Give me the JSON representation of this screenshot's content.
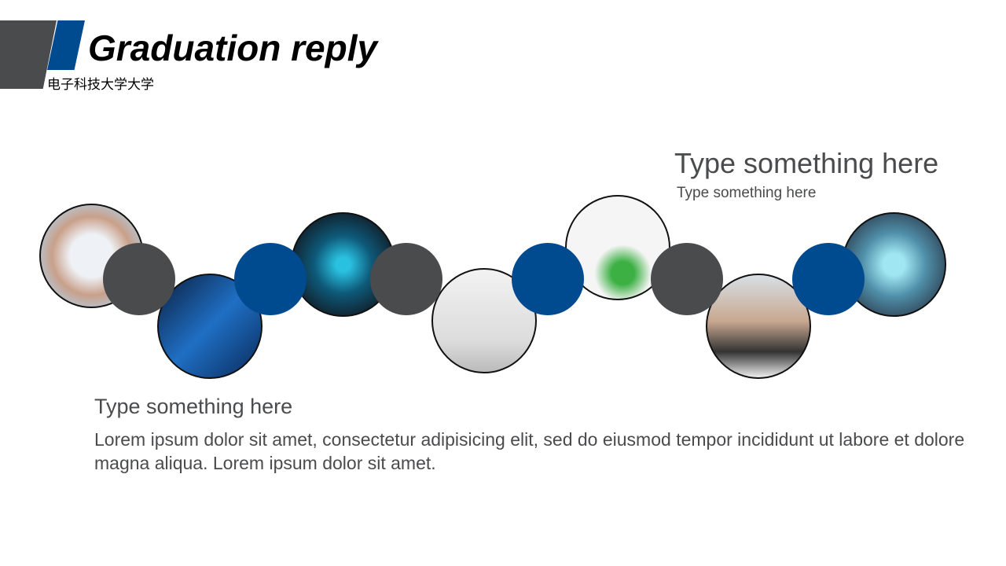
{
  "header": {
    "title": "Graduation reply",
    "subtitle": "电子科技大学大学"
  },
  "colors": {
    "accent_blue": "#004a8f",
    "accent_gray": "#4a4b4d"
  },
  "right_block": {
    "heading": "Type something here",
    "text": "Type something here"
  },
  "left_block": {
    "heading": "Type something here",
    "text": "Lorem ipsum dolor sit amet, consectetur adipisicing elit, sed do eiusmod tempor incididunt ut labore et dolore magna aliqua. Lorem ipsum dolor sit amet."
  }
}
